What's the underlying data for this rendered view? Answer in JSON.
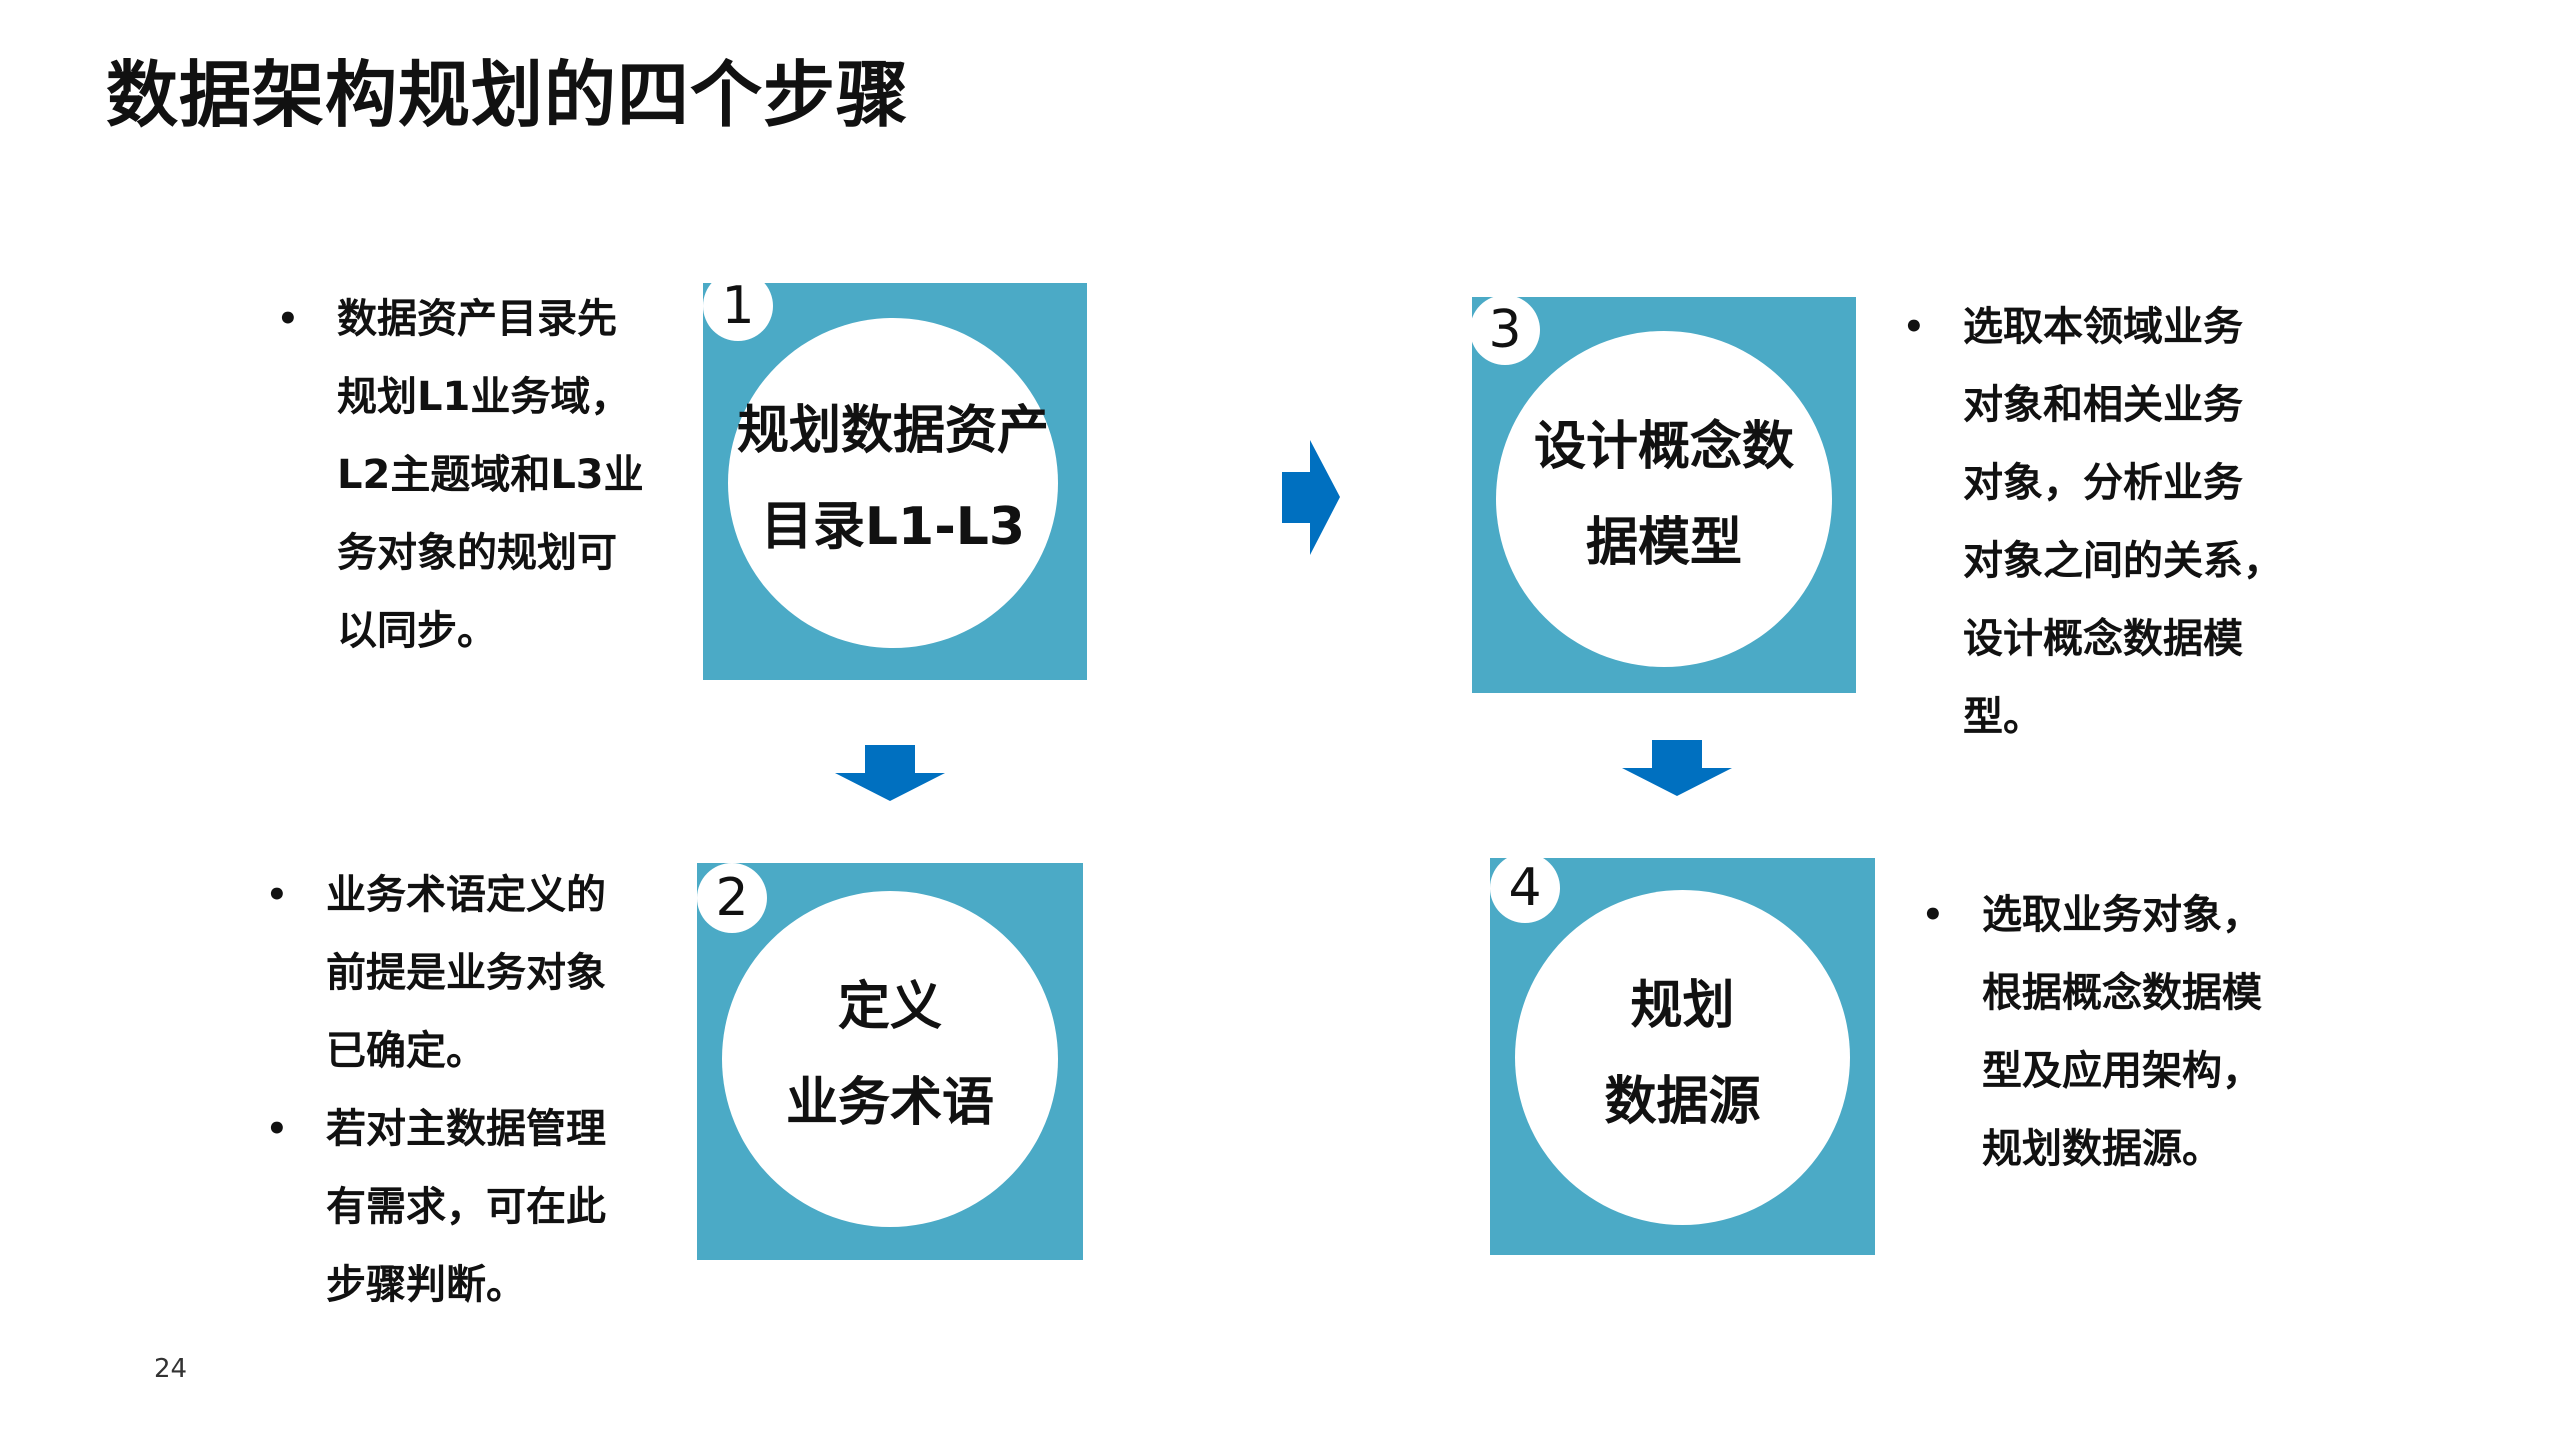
{
  "slide": {
    "title": "数据架构规划的四个步骤",
    "page_number": "24"
  },
  "steps": [
    {
      "number": "1",
      "label_lines": [
        "规划数据资产",
        "目录L1-L3"
      ]
    },
    {
      "number": "2",
      "label_lines": [
        "定义",
        "业务术语"
      ]
    },
    {
      "number": "3",
      "label_lines": [
        "设计概念数",
        "据模型"
      ]
    },
    {
      "number": "4",
      "label_lines": [
        "规划",
        "数据源"
      ]
    }
  ],
  "notes": {
    "step1": [
      {
        "bullet": "•",
        "lines": [
          "数据资产目录先",
          "规划L1业务域，",
          "L2主题域和L3业",
          "务对象的规划可",
          "以同步。"
        ]
      }
    ],
    "step2": [
      {
        "bullet": "•",
        "lines": [
          "业务术语定义的",
          "前提是业务对象",
          "已确定。"
        ]
      },
      {
        "bullet": "•",
        "lines": [
          "若对主数据管理",
          "有需求，可在此",
          "步骤判断。"
        ]
      }
    ],
    "step3": [
      {
        "bullet": "•",
        "lines": [
          "选取本领域业务",
          "对象和相关业务",
          "对象，分析业务",
          "对象之间的关系，",
          "设计概念数据模",
          "型。"
        ]
      }
    ],
    "step4": [
      {
        "bullet": "•",
        "lines": [
          "选取业务对象，",
          "根据概念数据模",
          "型及应用架构，",
          "规划数据源。"
        ]
      }
    ]
  },
  "colors": {
    "box_teal": "#4BAAC6",
    "arrow_blue": "#0070C0"
  },
  "icons": [
    "arrow-right-icon",
    "arrow-down-icon"
  ]
}
